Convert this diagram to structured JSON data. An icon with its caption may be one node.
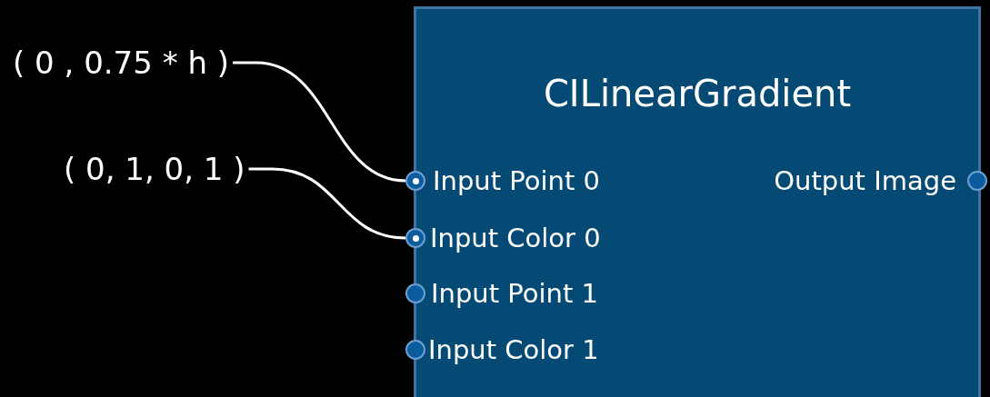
{
  "diagram": {
    "nodes": [
      {
        "text": [
          "( 0 , 0.75 * h )"
        ]
      },
      {
        "text": [
          "( 0, 1, 0, 1 )"
        ]
      },
      {
        "text": [
          "CILinearGradient"
        ]
      },
      {
        "text": [],
        "shape": "circle",
        "in": 2,
        "beside": [
          "Input Point 0"
        ]
      },
      {
        "text": [],
        "shape": "circle",
        "in": 2,
        "beside": [
          "Input Color 0"
        ]
      },
      {
        "text": [],
        "shape": "circle",
        "in": 2,
        "beside": [
          "Input Point 1"
        ]
      },
      {
        "text": [],
        "shape": "circle",
        "in": 2,
        "beside": [
          "Input Color 1"
        ]
      },
      {
        "text": [],
        "shape": "circle",
        "in": 2,
        "beside": [
          "Output Image"
        ]
      }
    ],
    "edges": [
      {
        "from": 0,
        "to": 3,
        "arrow": "none"
      },
      {
        "from": 1,
        "to": 4,
        "arrow": "none"
      }
    ]
  }
}
